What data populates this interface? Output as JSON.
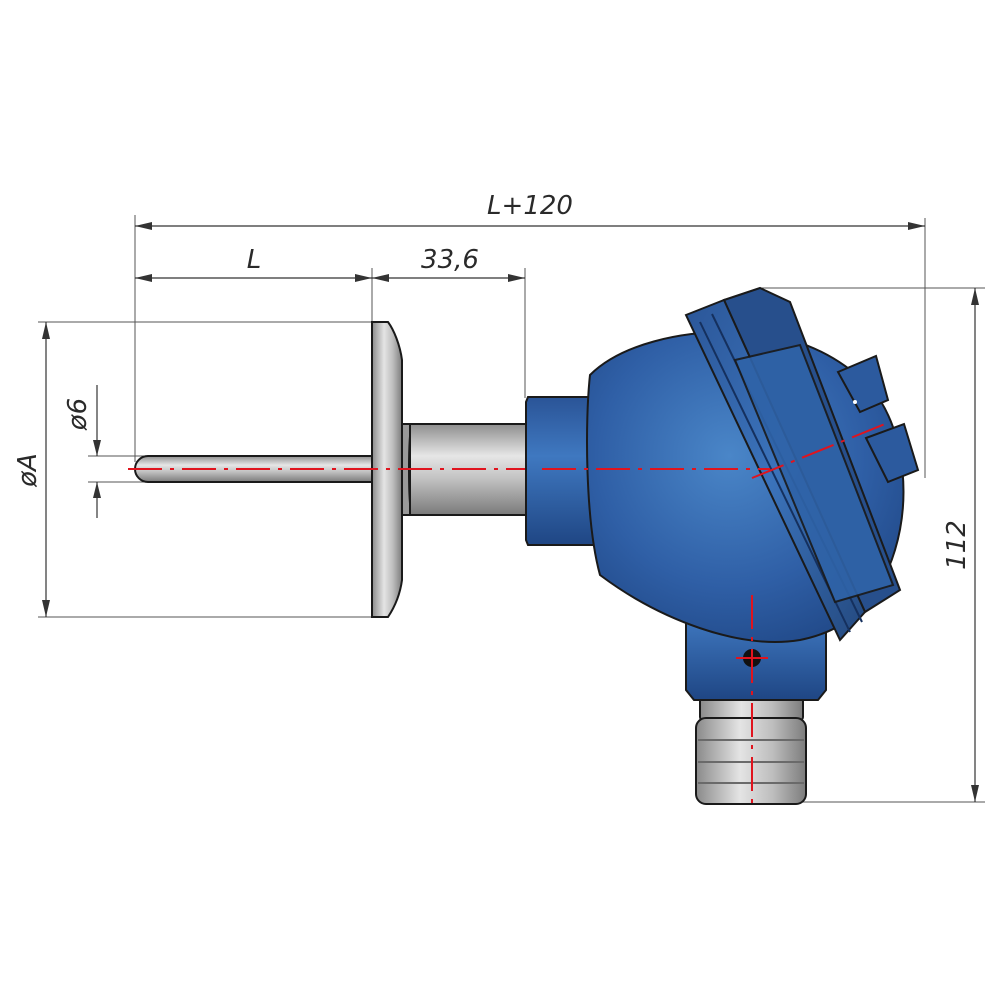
{
  "dimensions": {
    "overall_length": "L+120",
    "immersion_length": "L",
    "neck_length": "33,6",
    "flange_diameter": "øA",
    "probe_diameter": "ø6",
    "head_height": "112"
  },
  "colors": {
    "head_body": "#2f5fa6",
    "head_dark": "#1f3f78",
    "metal": "#b8b8b8",
    "axis": "#e0141e"
  }
}
